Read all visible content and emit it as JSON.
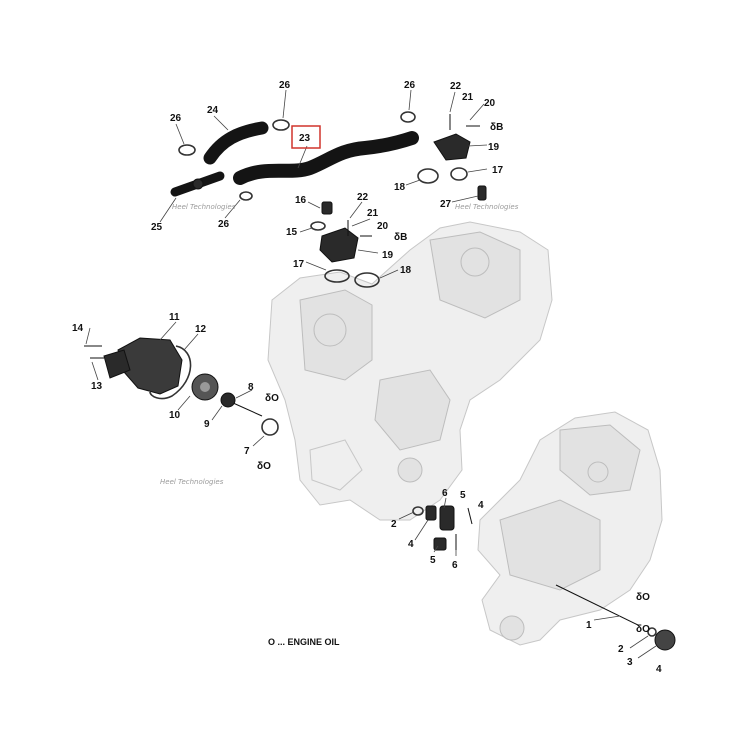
{
  "callouts": {
    "c1": "1",
    "c2a": "2",
    "c2b": "2",
    "c3": "3",
    "c4a": "4",
    "c4b": "4",
    "c4c": "4",
    "c5a": "5",
    "c5b": "5",
    "c6a": "6",
    "c6b": "6",
    "c7": "7",
    "c8": "8",
    "c9": "9",
    "c10": "10",
    "c11": "11",
    "c12": "12",
    "c13": "13",
    "c14": "14",
    "c15": "15",
    "c16": "16",
    "c17a": "17",
    "c17b": "17",
    "c18a": "18",
    "c18b": "18",
    "c19a": "19",
    "c19b": "19",
    "c20a": "20",
    "c20b": "20",
    "c21a": "21",
    "c21b": "21",
    "c22a": "22",
    "c22b": "22",
    "c23": "23",
    "c24": "24",
    "c25": "25",
    "c26a": "26",
    "c26b": "26",
    "c26c": "26",
    "c26d": "26",
    "c27": "27",
    "oil_a": "δO",
    "oil_b": "δO",
    "oil_c": "δO",
    "oil_d": "δO",
    "b_a": "δB",
    "b_b": "δB"
  },
  "watermark": "Heel Technologies",
  "legend": "O ... ENGINE OIL",
  "highlight_color": "#d0342c"
}
